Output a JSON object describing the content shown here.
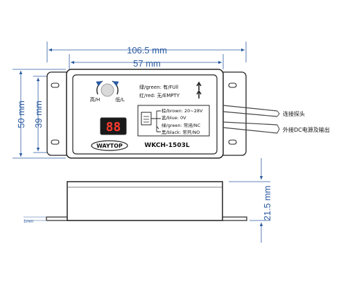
{
  "dimensions": {
    "overall_width": "106.5 mm",
    "panel_width": "57 mm",
    "overall_height": "50 mm",
    "panel_height": "39 mm",
    "side_height": "21.5 mm",
    "flange_thickness": "1mm"
  },
  "panel": {
    "knob_high": "高/H",
    "knob_low": "低/L",
    "led_green": "绿/green: 有/FUll",
    "led_red": "红/red: 无/EMPTY",
    "display": "88",
    "brand": "WAYTOP",
    "model": "WKCH-1503L",
    "wiring": [
      "棕/brown: 20~28V",
      "蓝/blue: 0V",
      "绿/green: 常闭/NC",
      "黑/black: 常开/NO"
    ]
  },
  "callouts": {
    "probe": "连接探头",
    "power": "外接DC电源及输出"
  },
  "colors": {
    "dimension": "#2a5aa0",
    "outline": "#222222",
    "display_bg": "#1a1a1a",
    "display_digit": "#ff3b30",
    "knob_fill": "#d9d9d9"
  }
}
